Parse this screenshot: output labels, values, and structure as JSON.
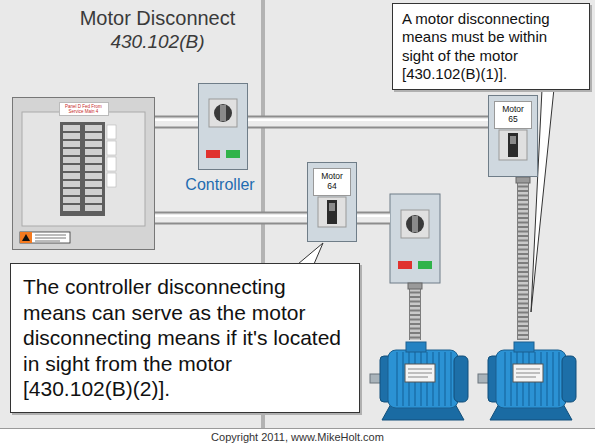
{
  "diagram": {
    "title": "Motor Disconnect",
    "nodes": [
      {
        "text": [
          "A motor disconnecting means must be within sight of the motor [430.102(B)(1)]."
        ]
      },
      {
        "text": [
          "Panel D Fed From Service Main 4"
        ]
      },
      {
        "text": [
          "Controller"
        ]
      },
      {
        "text": [
          "Motor 65"
        ]
      },
      {
        "text": [
          "Motor 64"
        ]
      },
      {
        "text": [
          "The controller disconnecting means can serve as the motor disconnecting means if it's located in sight from the motor [430.102(B)(2)]."
        ]
      }
    ],
    "edges": [
      {
        "from": 1,
        "to": 2,
        "arrow": "none"
      },
      {
        "from": 2,
        "to": 3,
        "arrow": "none"
      },
      {
        "from": 1,
        "to": 4,
        "arrow": "none"
      }
    ],
    "labels": [
      "430.102(B)",
      "Copyright 2011, www.MikeHolt.com"
    ]
  }
}
